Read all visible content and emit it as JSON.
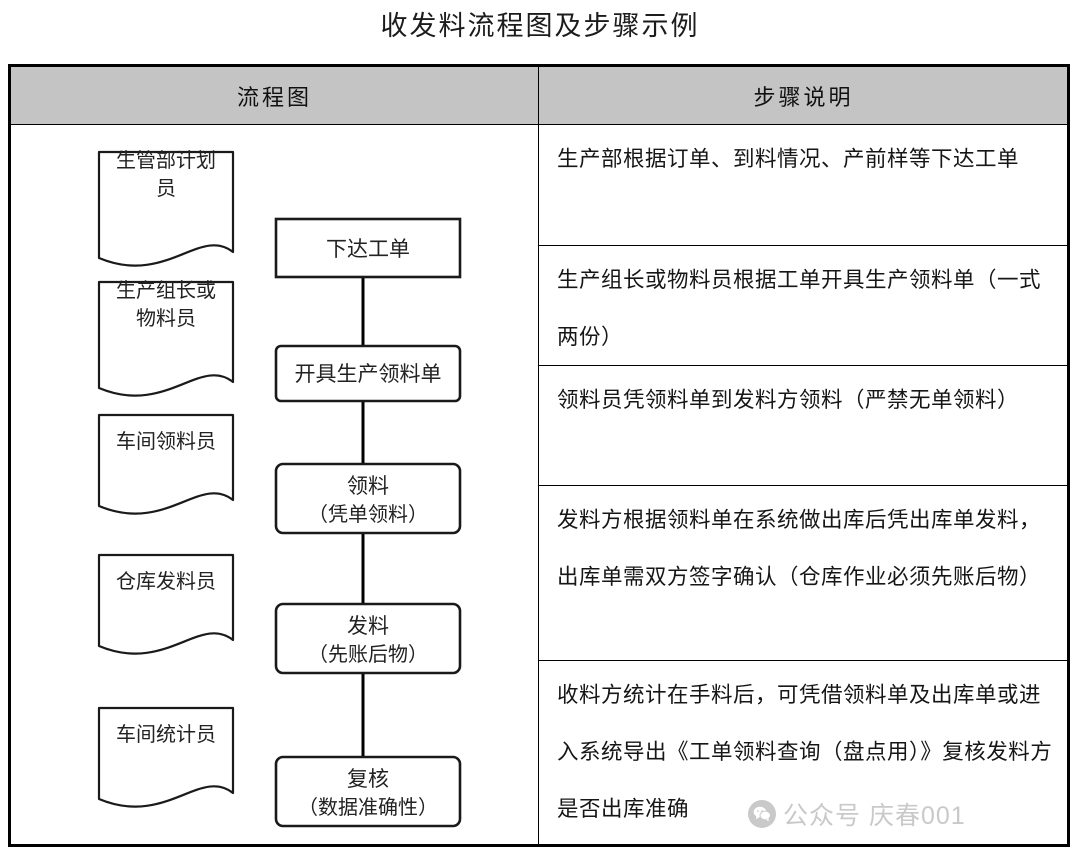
{
  "title": "收发料流程图及步骤示例",
  "table": {
    "headers": {
      "flow": "流程图",
      "steps": "步骤说明"
    },
    "rows": [
      {
        "role": "生管部计划员",
        "action": "下达工单",
        "action_sub": "",
        "description": "生产部根据订单、到料情况、产前样等下达工单"
      },
      {
        "role": "生产组长或物料员",
        "action": "开具生产领料单",
        "action_sub": "",
        "description": "生产组长或物料员根据工单开具生产领料单（一式两份）"
      },
      {
        "role": "车间领料员",
        "action": "领料",
        "action_sub": "（凭单领料）",
        "description": "领料员凭领料单到发料方领料（严禁无单领料）"
      },
      {
        "role": "仓库发料员",
        "action": "发料",
        "action_sub": "（先账后物）",
        "description": "发料方根据领料单在系统做出库后凭出库单发料，出库单需双方签字确认（仓库作业必须先账后物）"
      },
      {
        "role": "车间统计员",
        "action": "复核",
        "action_sub": "（数据准确性）",
        "description": "收料方统计在手料后，可凭借领料单及出库单或进入系统导出《工单领料查询（盘点用）》复核发料方是否出库准确"
      }
    ]
  },
  "watermark": {
    "icon": "wechat-logo-icon",
    "text": "公众号 庆春001"
  },
  "colors": {
    "header_fill": "#c4c4c4",
    "border": "#000000",
    "text": "#161616",
    "watermark": "#9d9d9d"
  }
}
